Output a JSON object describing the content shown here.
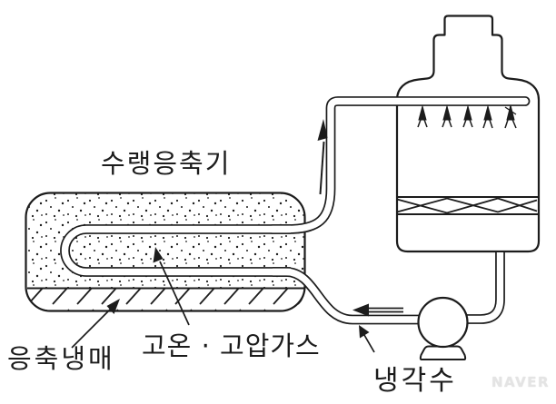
{
  "diagram": {
    "labels": {
      "condenser": "수랭응축기",
      "condensed_refrigerant": "응축냉매",
      "hot_high_pressure_gas": "고온 · 고압가스",
      "cooling_water": "냉각수"
    },
    "watermark": "NAVER",
    "colors": {
      "ink": "#1c1c1c",
      "background": "#ffffff",
      "watermark": "#e4e4e4"
    },
    "components": [
      "water-cooled-condenser-shell",
      "hairpin-gas-tube",
      "condensed-refrigerant-hatch",
      "riser-pipe",
      "spray-header-pipe",
      "cooling-tower",
      "fill-lattice",
      "water-basin",
      "drain-pipe",
      "circulation-pump",
      "return-water-pipe"
    ]
  }
}
